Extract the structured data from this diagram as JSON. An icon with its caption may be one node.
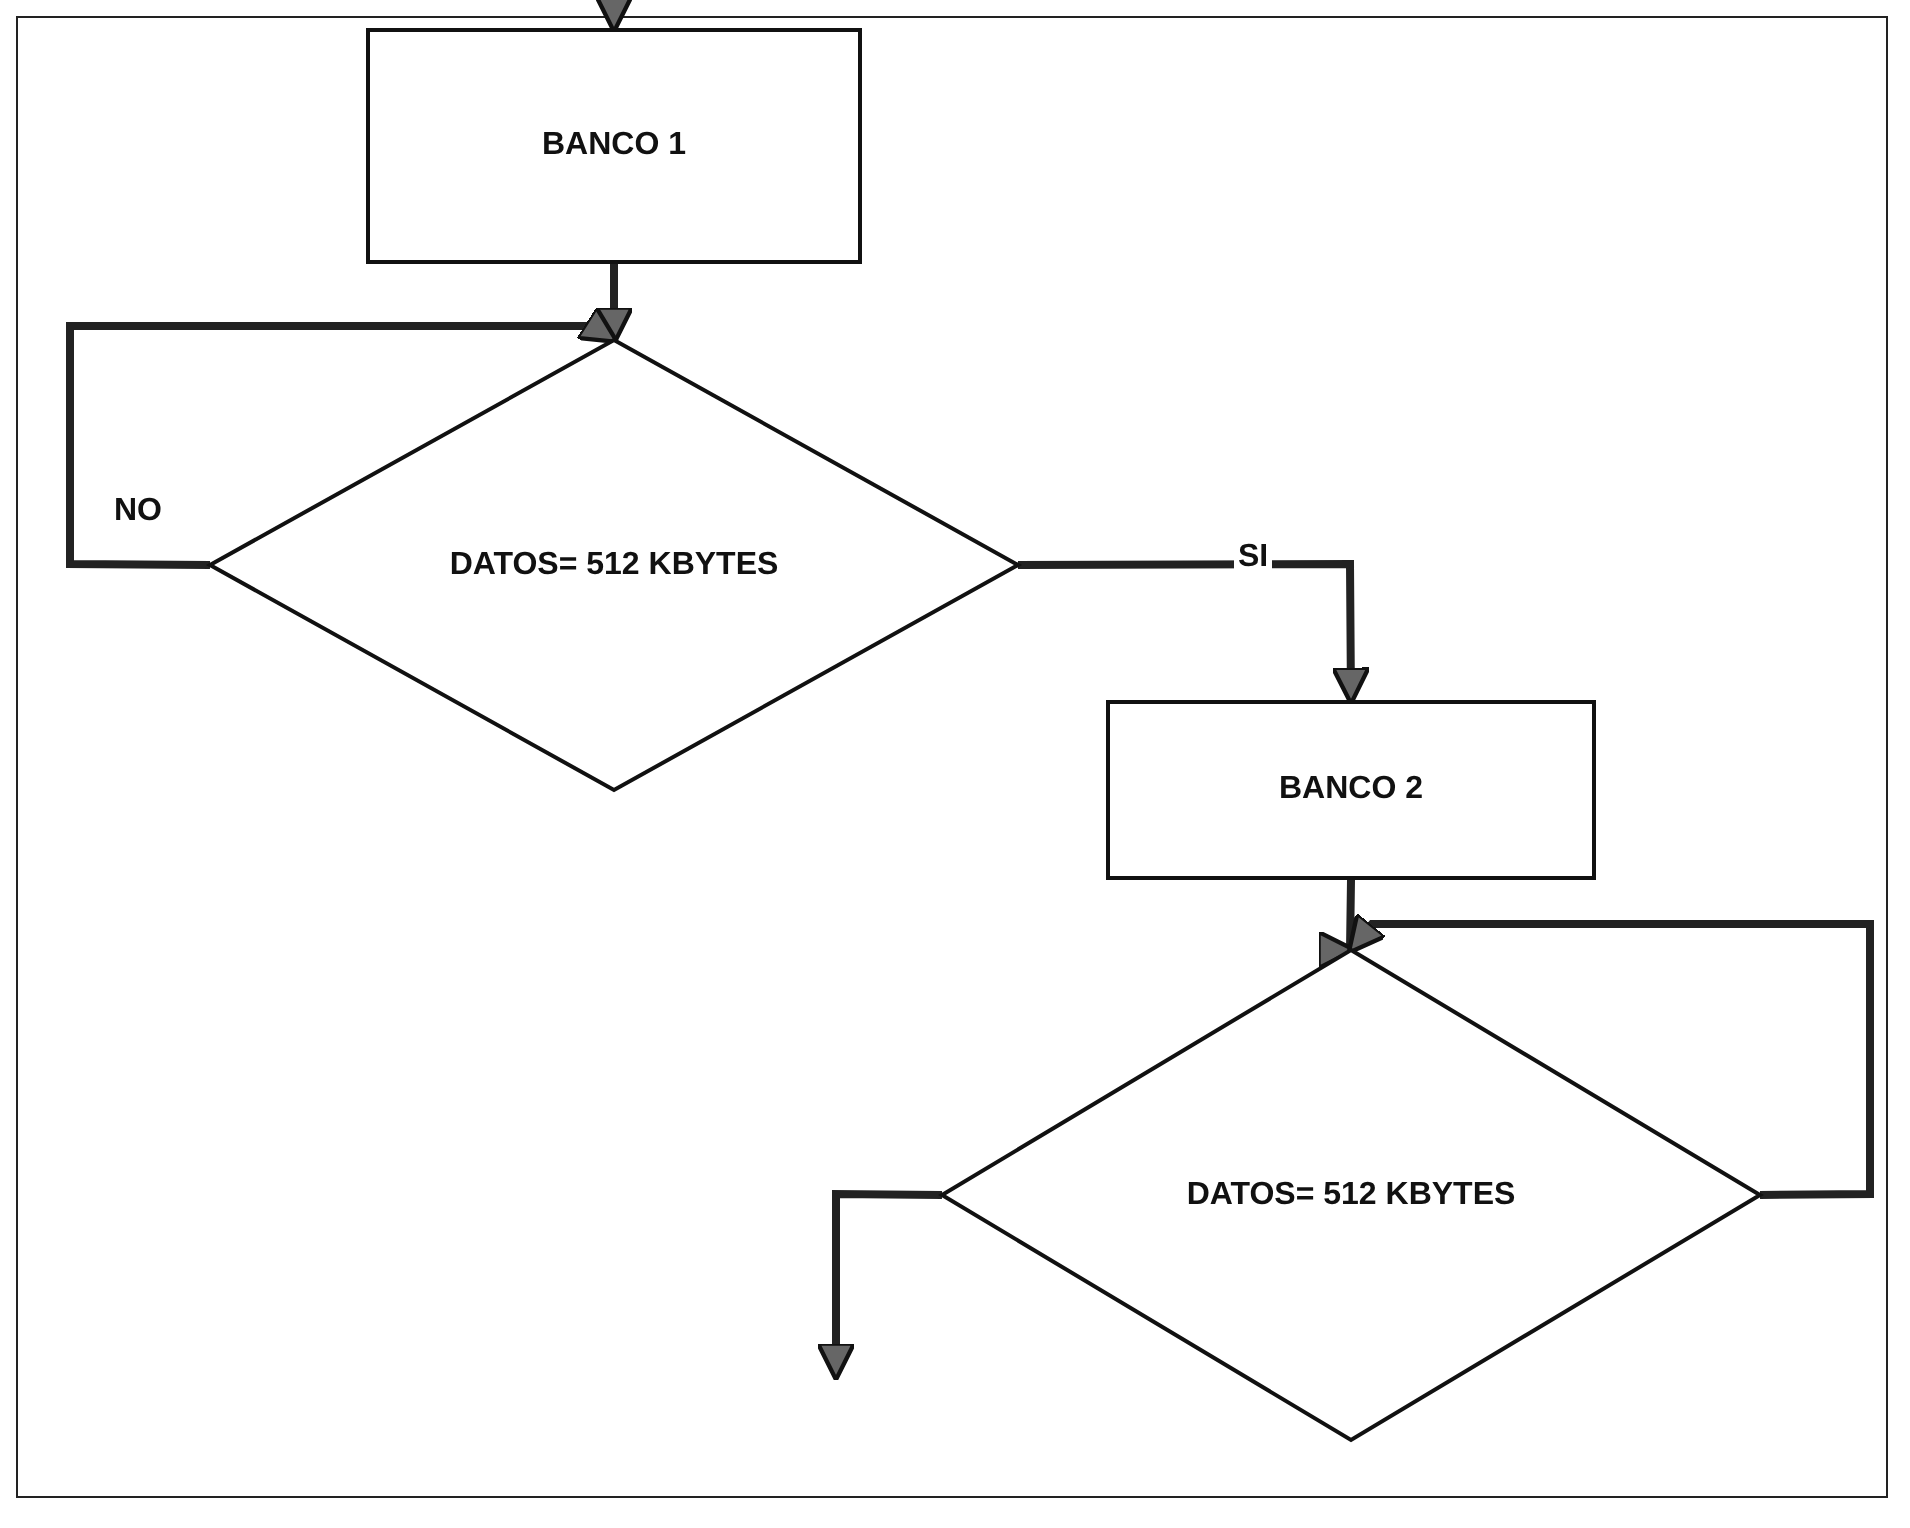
{
  "diagram": {
    "nodes": [
      {
        "text": [
          "BANCO 1"
        ]
      },
      {
        "text": [
          "DATOS= 512 KBYTES"
        ]
      },
      {
        "text": [
          "BANCO 2"
        ]
      },
      {
        "text": [
          "DATOS= 512 KBYTES"
        ]
      }
    ],
    "edges": [
      {
        "from": null,
        "to": 0,
        "arrow": "to"
      },
      {
        "from": 0,
        "to": 1,
        "arrow": "to"
      },
      {
        "from": 1,
        "to": 1,
        "arrow": "to",
        "label": "NO"
      },
      {
        "from": 1,
        "to": 2,
        "arrow": "to",
        "label": "SI"
      },
      {
        "from": 2,
        "to": 3,
        "arrow": "to"
      },
      {
        "from": 3,
        "to": 3,
        "arrow": "to"
      },
      {
        "from": 3,
        "to": null,
        "arrow": "to"
      }
    ]
  }
}
